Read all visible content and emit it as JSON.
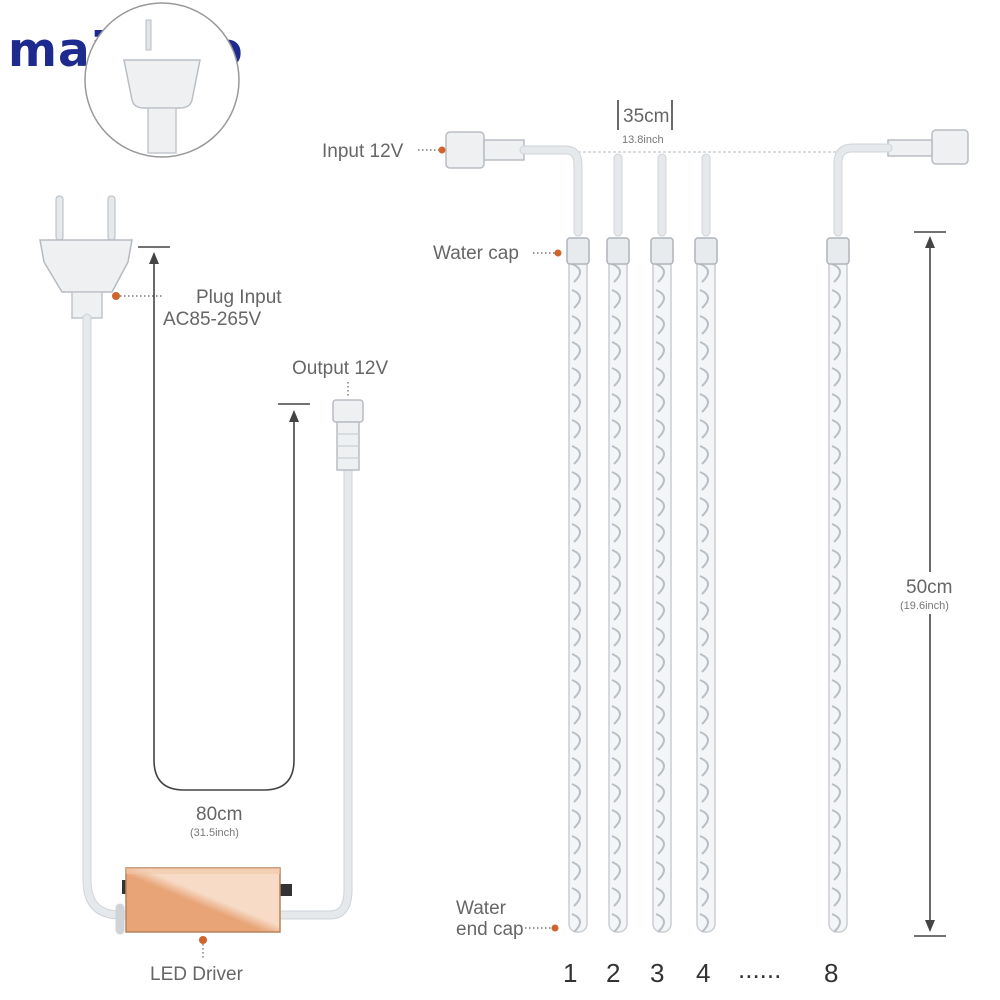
{
  "brand": {
    "logo_text": "maidodo",
    "color": "#1f2a8f"
  },
  "labels": {
    "plug_input_line1": "Plug Input",
    "plug_input_line2": "AC85-265V",
    "output": "Output 12V",
    "input": "Input 12V",
    "water_cap": "Water cap",
    "water_end_cap_line1": "Water",
    "water_end_cap_line2": "end cap",
    "led_driver": "LED Driver"
  },
  "dimensions": {
    "cable_length_cm": "80cm",
    "cable_length_inch": "(31.5inch)",
    "spacing_cm": "35cm",
    "spacing_inch": "13.8inch",
    "tube_length_cm": "50cm",
    "tube_length_inch": "(19.6inch)"
  },
  "tubes": {
    "numbers": [
      "1",
      "2",
      "3",
      "4",
      "8"
    ],
    "ellipsis": "......"
  },
  "colors": {
    "accent_dot": "#d0642b",
    "driver_orange": "#e59a6a",
    "driver_light": "#f6d5bd"
  },
  "icons": [
    "plug-icon",
    "led-driver-icon",
    "connector-icon"
  ]
}
